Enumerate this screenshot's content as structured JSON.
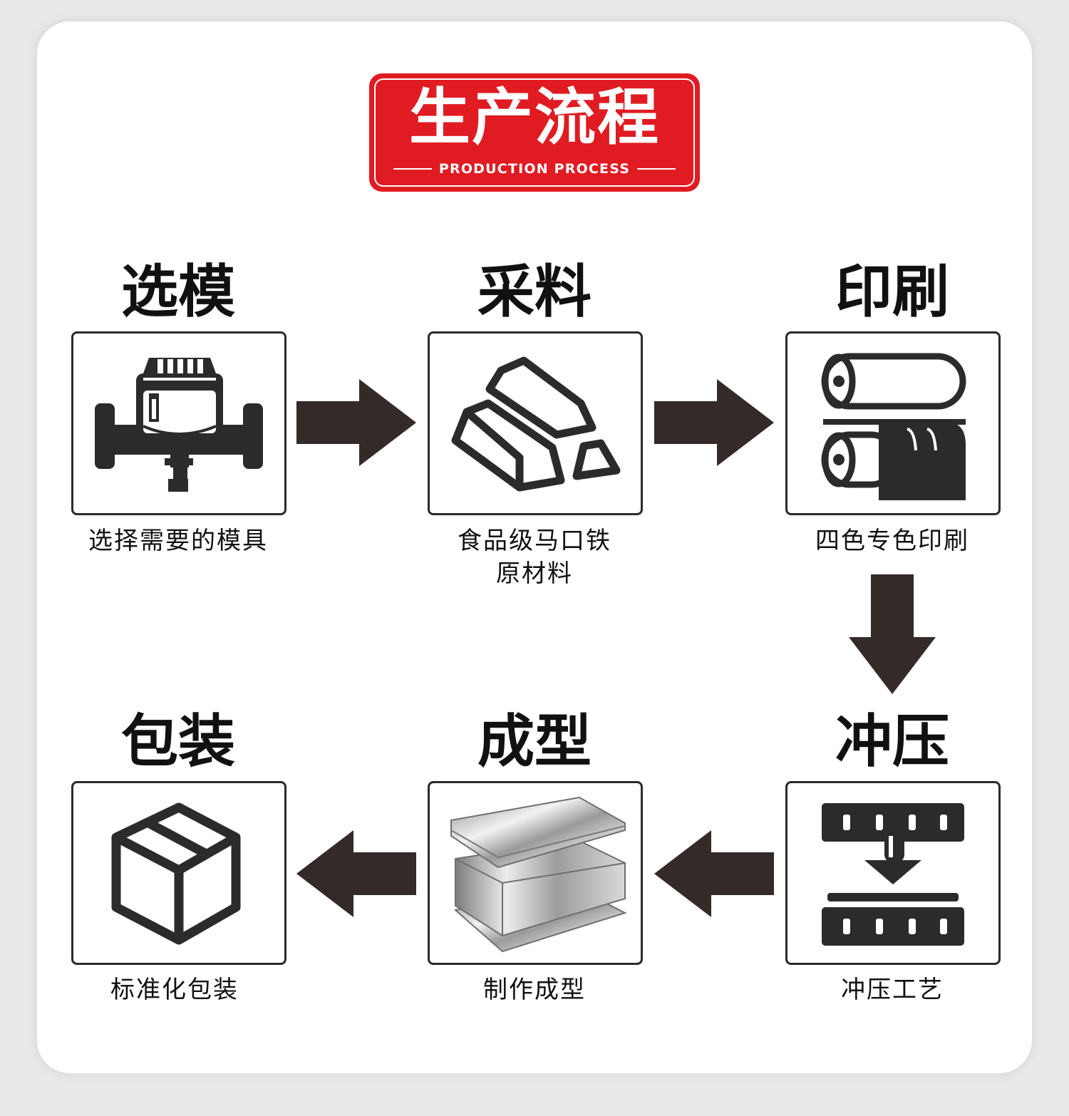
{
  "header": {
    "title": "生产流程",
    "subtitle": "PRODUCTION PROCESS"
  },
  "colors": {
    "accent": "#e01b22",
    "arrow": "#342a28",
    "icon": "#2b2b2b"
  },
  "steps": [
    {
      "title": "选模",
      "caption": "选择需要的模具",
      "icon": "mold-machine-icon"
    },
    {
      "title": "采料",
      "caption_line1": "食品级马口铁",
      "caption_line2": "原材料",
      "icon": "metal-ingots-icon"
    },
    {
      "title": "印刷",
      "caption": "四色专色印刷",
      "icon": "printing-rollers-icon"
    },
    {
      "title": "冲压",
      "caption": "冲压工艺",
      "icon": "stamping-press-icon"
    },
    {
      "title": "成型",
      "caption": "制作成型",
      "icon": "tin-box-icon"
    },
    {
      "title": "包装",
      "caption": "标准化包装",
      "icon": "package-box-icon"
    }
  ]
}
